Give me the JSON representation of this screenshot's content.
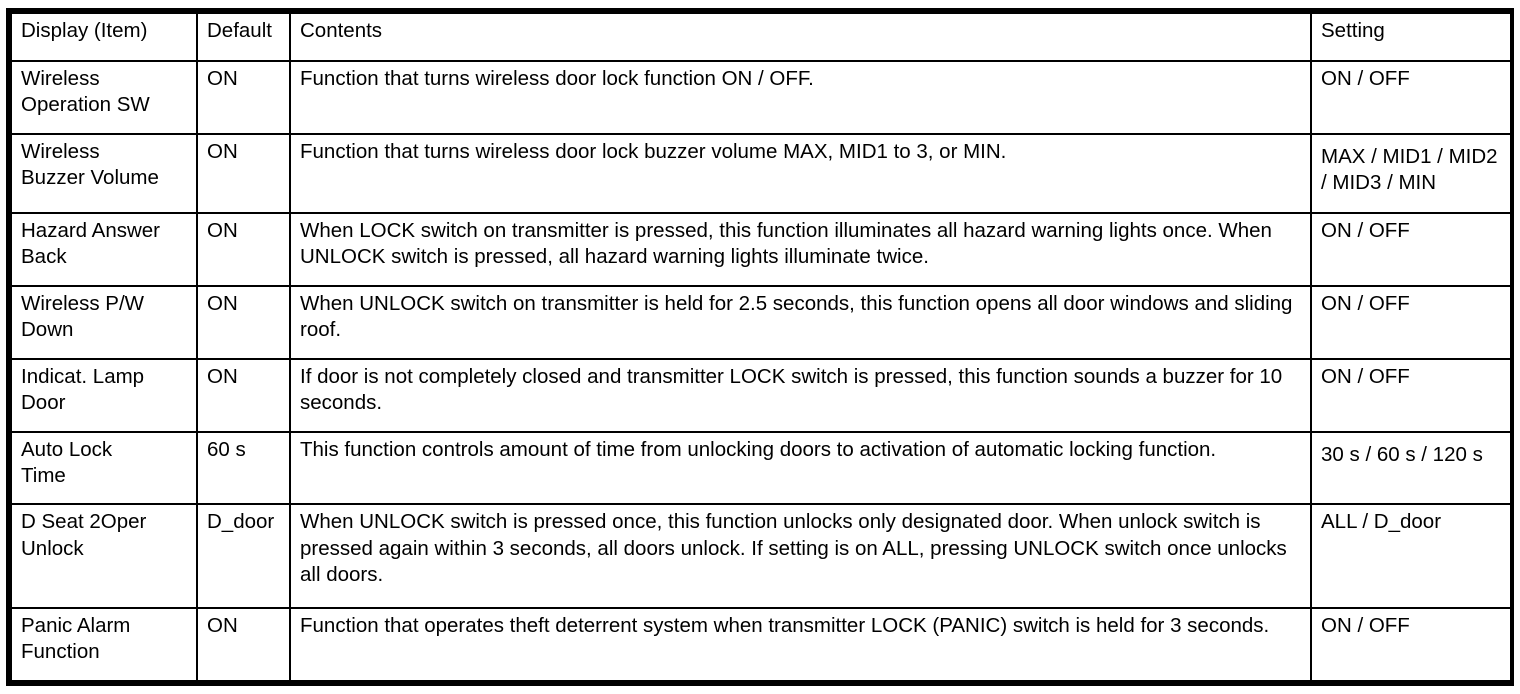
{
  "table": {
    "columns": [
      {
        "key": "item",
        "label": "Display (Item)"
      },
      {
        "key": "default",
        "label": "Default"
      },
      {
        "key": "contents",
        "label": "Contents"
      },
      {
        "key": "setting",
        "label": "Setting"
      }
    ],
    "rows": [
      {
        "item": "Wireless\nOperation SW",
        "default": "ON",
        "contents": "Function that turns wireless door lock function ON / OFF.",
        "setting": "ON / OFF"
      },
      {
        "item": "Wireless\nBuzzer Volume",
        "default": "ON",
        "contents": "Function that turns wireless door lock buzzer volume MAX, MID1 to 3, or MIN.",
        "setting": "MAX / MID1 / MID2 / MID3 / MIN"
      },
      {
        "item": "Hazard Answer\nBack",
        "default": "ON",
        "contents": "When LOCK switch on transmitter is pressed, this function illuminates all hazard warning lights once. When UNLOCK switch is pressed, all hazard warning lights illuminate twice.",
        "setting": "ON / OFF"
      },
      {
        "item": "Wireless P/W\nDown",
        "default": "ON",
        "contents": "When UNLOCK switch on transmitter is held for 2.5 seconds, this function opens all door windows and sliding roof.",
        "setting": "ON / OFF"
      },
      {
        "item": "Indicat. Lamp\nDoor",
        "default": "ON",
        "contents": "If door is not completely closed and transmitter LOCK switch is pressed, this function sounds a buzzer for 10 seconds.",
        "setting": "ON / OFF"
      },
      {
        "item": "Auto Lock\nTime",
        "default": "60 s",
        "contents": "This function controls amount of time from unlocking doors to activation of automatic locking function.",
        "setting": "30 s / 60 s / 120 s"
      },
      {
        "item": "D Seat 2Oper\nUnlock",
        "default": "D_door",
        "contents": "When UNLOCK switch is pressed once, this function unlocks only designated door. When unlock switch is pressed again within 3 seconds, all doors unlock. If setting is on ALL, pressing UNLOCK switch once unlocks all doors.",
        "setting": "ALL / D_door"
      },
      {
        "item": "Panic Alarm\nFunction",
        "default": "ON",
        "contents": "Function that operates theft deterrent system when transmitter LOCK (PANIC) switch is held for 3 seconds.",
        "setting": "ON / OFF"
      }
    ]
  },
  "colors": {
    "border": "#000000",
    "text": "#000000",
    "background": "#ffffff"
  }
}
